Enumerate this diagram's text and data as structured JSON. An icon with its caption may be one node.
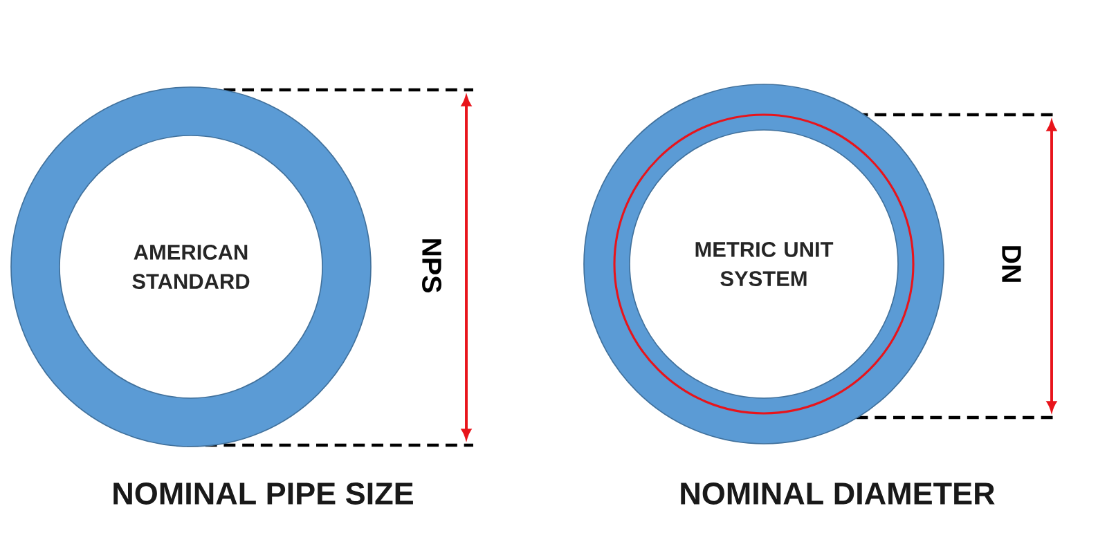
{
  "diagram": {
    "nodes": [
      {
        "text": [
          "AMERICAN STANDARD"
        ],
        "beside": [
          "NOMINAL PIPE SIZE"
        ]
      },
      {
        "text": [
          "METRIC UNIT SYSTEM"
        ],
        "beside": [
          "NOMINAL DIAMETER"
        ]
      }
    ],
    "labels": [
      "NPS",
      "DN"
    ]
  }
}
